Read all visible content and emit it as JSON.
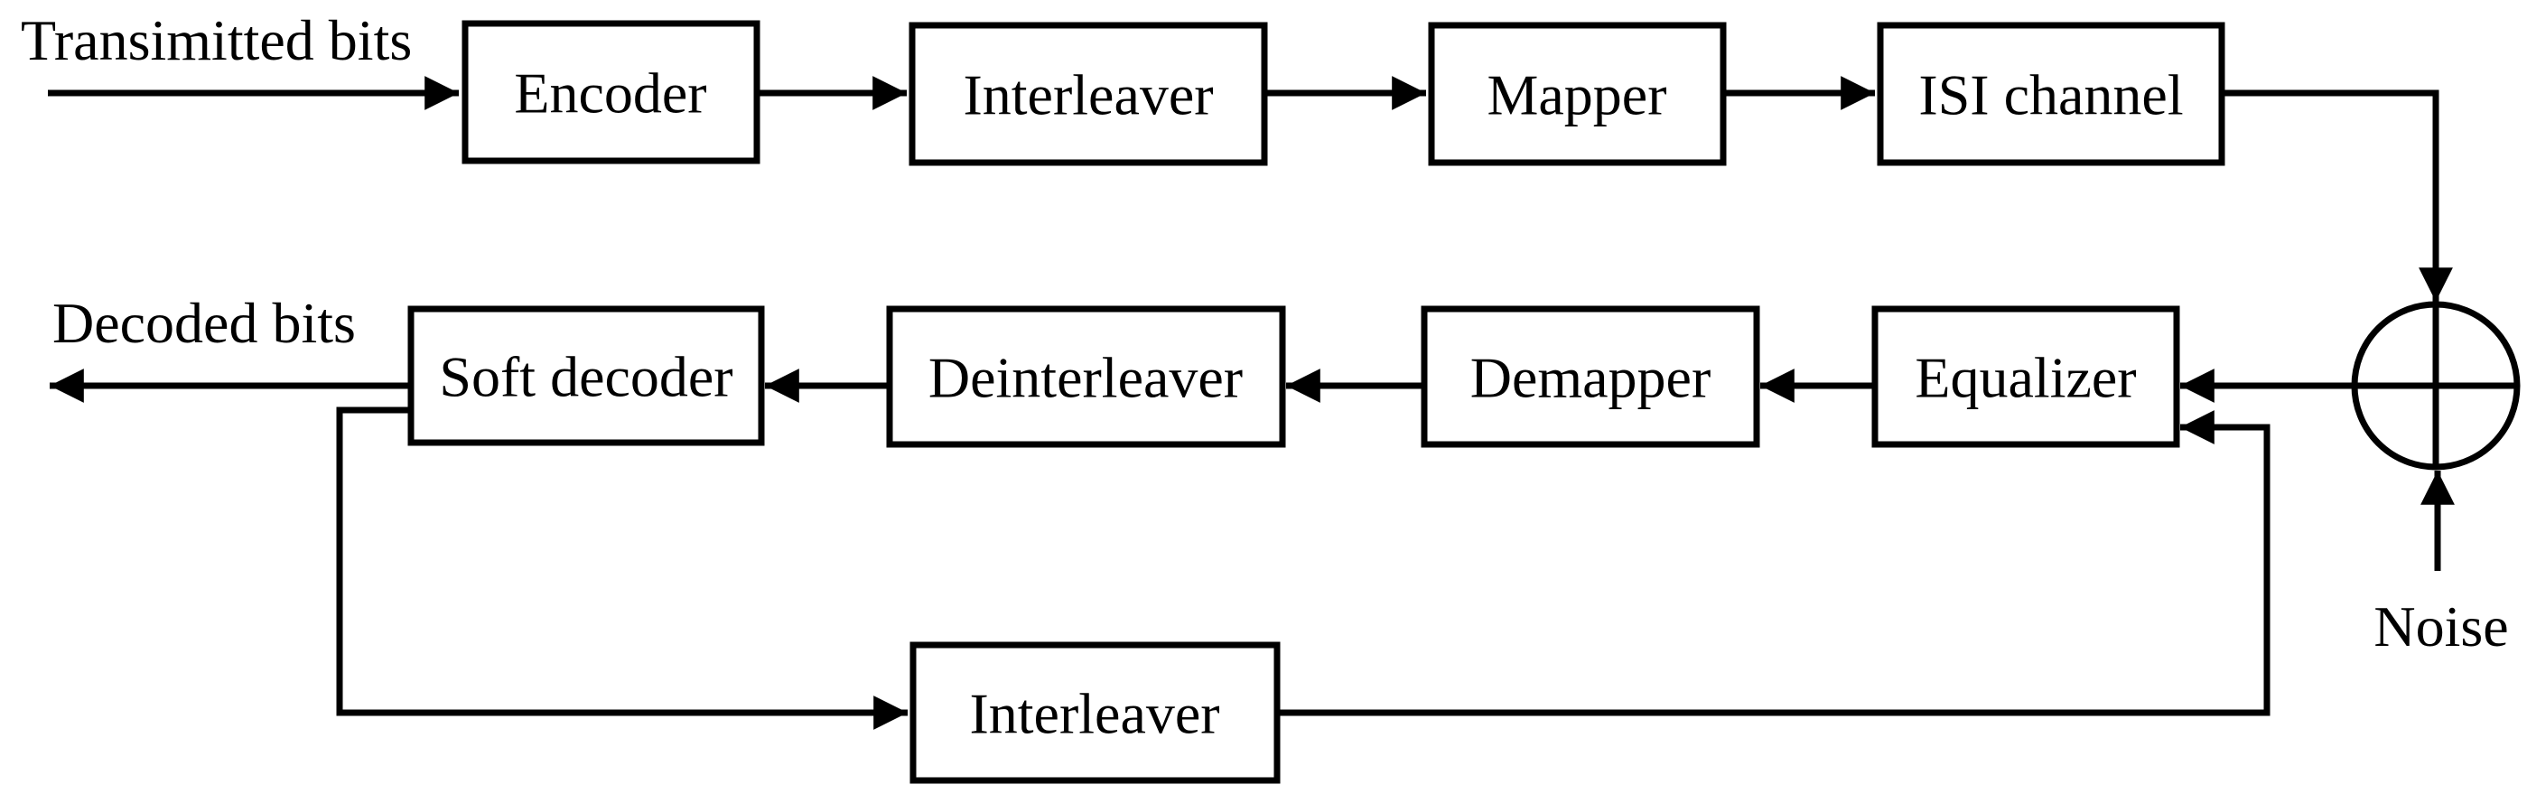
{
  "diagram": {
    "type": "block-diagram",
    "subject": "Turbo equalization transmit/receive chain",
    "colors": {
      "stroke": "#000000",
      "text": "#000000",
      "background": "#ffffff"
    },
    "nodes": {
      "encoder": "Encoder",
      "interleaver": "Interleaver",
      "mapper": "Mapper",
      "isi_channel": "ISI channel",
      "equalizer": "Equalizer",
      "demapper": "Demapper",
      "deinterleaver": "Deinterleaver",
      "soft_decoder": "Soft decoder",
      "feedback_interleaver": "Interleaver"
    },
    "labels": {
      "transmitted_bits": "Transimitted bits",
      "decoded_bits": "Decoded bits",
      "noise": "Noise"
    },
    "symbols": {
      "adder": "plus-in-circle"
    }
  }
}
